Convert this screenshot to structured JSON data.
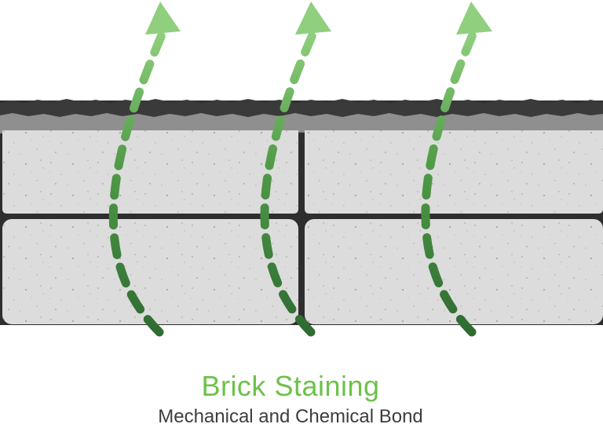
{
  "caption": {
    "title": "Brick Staining",
    "subtitle": "Mechanical and Chemical Bond"
  },
  "colors": {
    "title_green": "#6cc24a",
    "subtitle_gray": "#3d3d3d",
    "coating_dark": "#3a3a3a",
    "stain_layer": "#8f8f8f",
    "brick_face": "#dcdcdc",
    "mortar": "#2e2e2e",
    "arrow_light": "#8fcf7e",
    "arrow_dark": "#2f6b32"
  },
  "diagram": {
    "bricks": [
      "brick-top-left",
      "brick-top-right",
      "brick-bottom-left",
      "brick-bottom-right"
    ],
    "arrow_count": 3,
    "arrow_direction": "upward"
  }
}
